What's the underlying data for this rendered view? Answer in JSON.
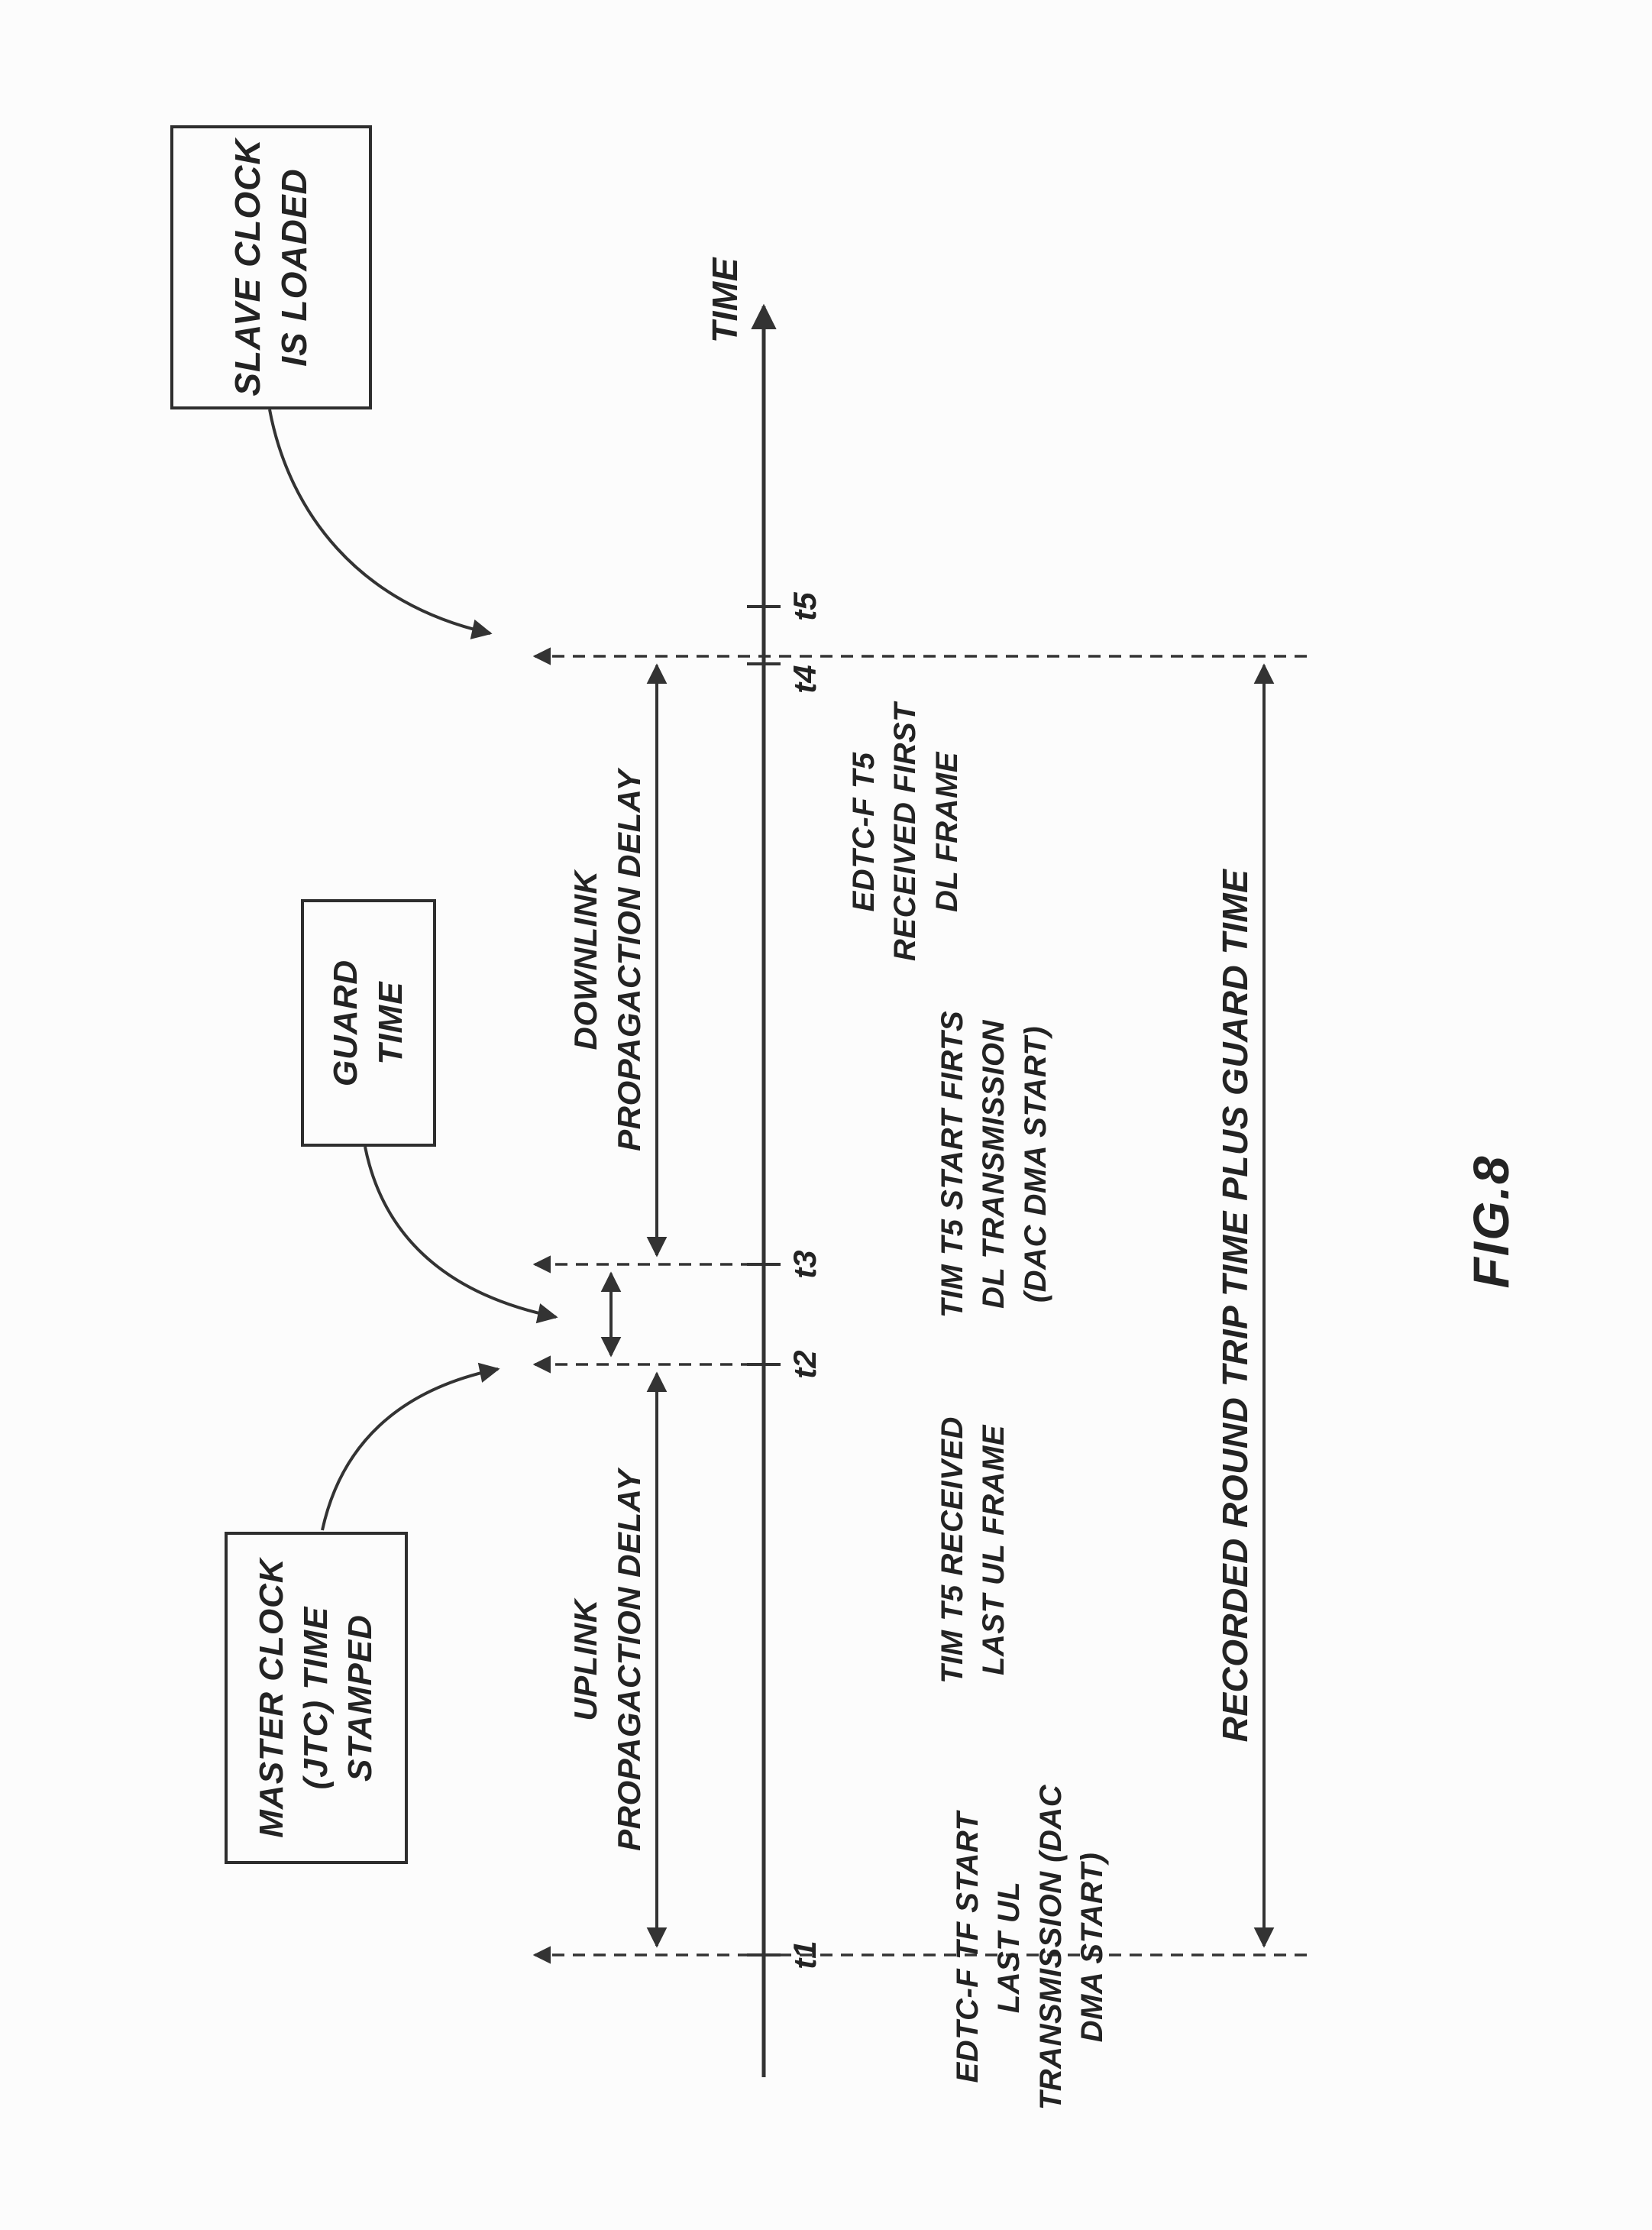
{
  "figure": {
    "fig_label": "FIG.8",
    "axis": {
      "label": "TIME"
    },
    "tick_labels": [
      "t1",
      "t2",
      "t3",
      "t4",
      "t5"
    ],
    "boxes": {
      "slave_clock": {
        "lines": [
          "SLAVE CLOCK",
          "IS LOADED"
        ]
      },
      "guard_time": {
        "lines": [
          "GUARD",
          "TIME"
        ]
      },
      "master_clock": {
        "lines": [
          "MASTER CLOCK",
          "(JTC) TIME",
          "STAMPED"
        ]
      }
    },
    "span_labels": {
      "uplink": {
        "lines": [
          "UPLINK",
          "PROPAGACTION  DELAY"
        ]
      },
      "downlink": {
        "lines": [
          "DOWNLINK",
          "PROPAGACTION  DELAY"
        ]
      },
      "round_trip": "RECORDED  ROUND  TRIP  TIME  PLUS  GUARD  TIME"
    },
    "events": {
      "t1": [
        "EDTC-F TF START",
        "LAST UL",
        "TRANSMISSION (DAC",
        "DMA START)"
      ],
      "t2": [
        "TIM T5 RECEIVED",
        "LAST UL FRAME"
      ],
      "t3": [
        "TIM T5 START FIRTS",
        "DL TRANSMISSION",
        "(DAC DMA START)"
      ],
      "t4": [
        "EDTC-F T5",
        "RECEIVED FIRST",
        "DL FRAME"
      ]
    },
    "colors": {
      "ink": "#333333",
      "background": "#fcfcfc"
    }
  }
}
